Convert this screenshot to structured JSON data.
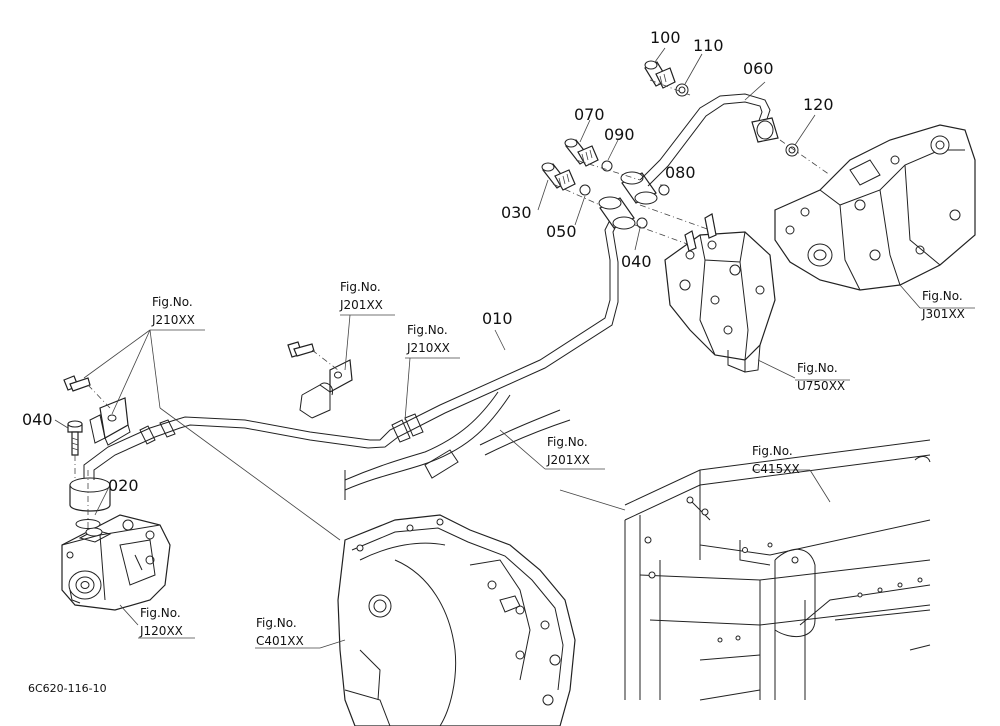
{
  "parts": {
    "p010": "010",
    "p020": "020",
    "p030": "030",
    "p040a": "040",
    "p040b": "040",
    "p050": "050",
    "p060": "060",
    "p070": "070",
    "p080": "080",
    "p090": "090",
    "p100": "100",
    "p110": "110",
    "p120": "120"
  },
  "fig_refs": {
    "j210_left": {
      "label": "Fig.No.",
      "code": "J210XX"
    },
    "j201_top": {
      "label": "Fig.No.",
      "code": "J201XX"
    },
    "j210_mid": {
      "label": "Fig.No.",
      "code": "J210XX"
    },
    "j301": {
      "label": "Fig.No.",
      "code": "J301XX"
    },
    "u750": {
      "label": "Fig.No.",
      "code": "U750XX"
    },
    "j201_mid": {
      "label": "Fig.No.",
      "code": "J201XX"
    },
    "c415": {
      "label": "Fig.No.",
      "code": "C415XX"
    },
    "j120": {
      "label": "Fig.No.",
      "code": "J120XX"
    },
    "c401": {
      "label": "Fig.No.",
      "code": "C401XX"
    }
  },
  "doc_id": "6C620-116-10"
}
